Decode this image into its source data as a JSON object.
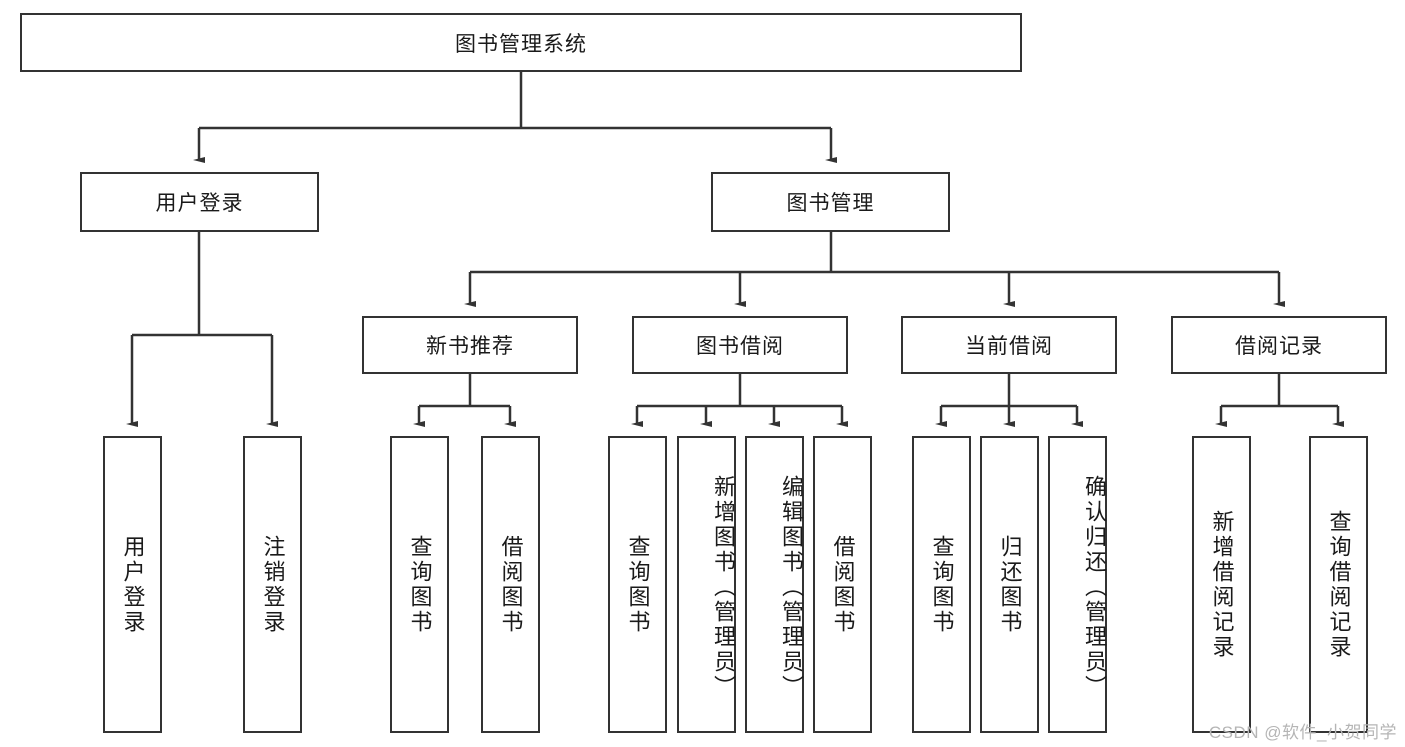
{
  "diagram": {
    "title_node": {
      "label": "图书管理系统"
    },
    "level2": [
      {
        "id": "user-login",
        "label": "用户登录"
      },
      {
        "id": "book-management",
        "label": "图书管理"
      }
    ],
    "level3": [
      {
        "id": "new-book-recommend",
        "label": "新书推荐"
      },
      {
        "id": "book-borrow",
        "label": "图书借阅"
      },
      {
        "id": "current-borrow",
        "label": "当前借阅"
      },
      {
        "id": "borrow-record",
        "label": "借阅记录"
      }
    ],
    "leaves": {
      "user_login": [
        {
          "id": "leaf-user-login",
          "label": "用户登录"
        },
        {
          "id": "leaf-logout-login",
          "label": "注销登录"
        }
      ],
      "new_book_recommend": [
        {
          "id": "leaf-query-book-1",
          "label": "查询图书"
        },
        {
          "id": "leaf-borrow-book-1",
          "label": "借阅图书"
        }
      ],
      "book_borrow": [
        {
          "id": "leaf-query-book-2",
          "label": "查询图书"
        },
        {
          "id": "leaf-add-book",
          "label": "新增图书（管理员）"
        },
        {
          "id": "leaf-edit-book",
          "label": "编辑图书（管理员）"
        },
        {
          "id": "leaf-borrow-book-2",
          "label": "借阅图书"
        }
      ],
      "current_borrow": [
        {
          "id": "leaf-query-book-3",
          "label": "查询图书"
        },
        {
          "id": "leaf-return-book",
          "label": "归还图书"
        },
        {
          "id": "leaf-confirm-return",
          "label": "确认归还（管理员）"
        }
      ],
      "borrow_record": [
        {
          "id": "leaf-add-record",
          "label": "新增借阅记录"
        },
        {
          "id": "leaf-query-record",
          "label": "查询借阅记录"
        }
      ]
    }
  },
  "watermark": {
    "text": "CSDN @软件_小贺同学"
  },
  "colors": {
    "stroke": "#333333",
    "background": "#ffffff",
    "text": "#1a1a1a",
    "watermark": "#b5b5b5"
  }
}
